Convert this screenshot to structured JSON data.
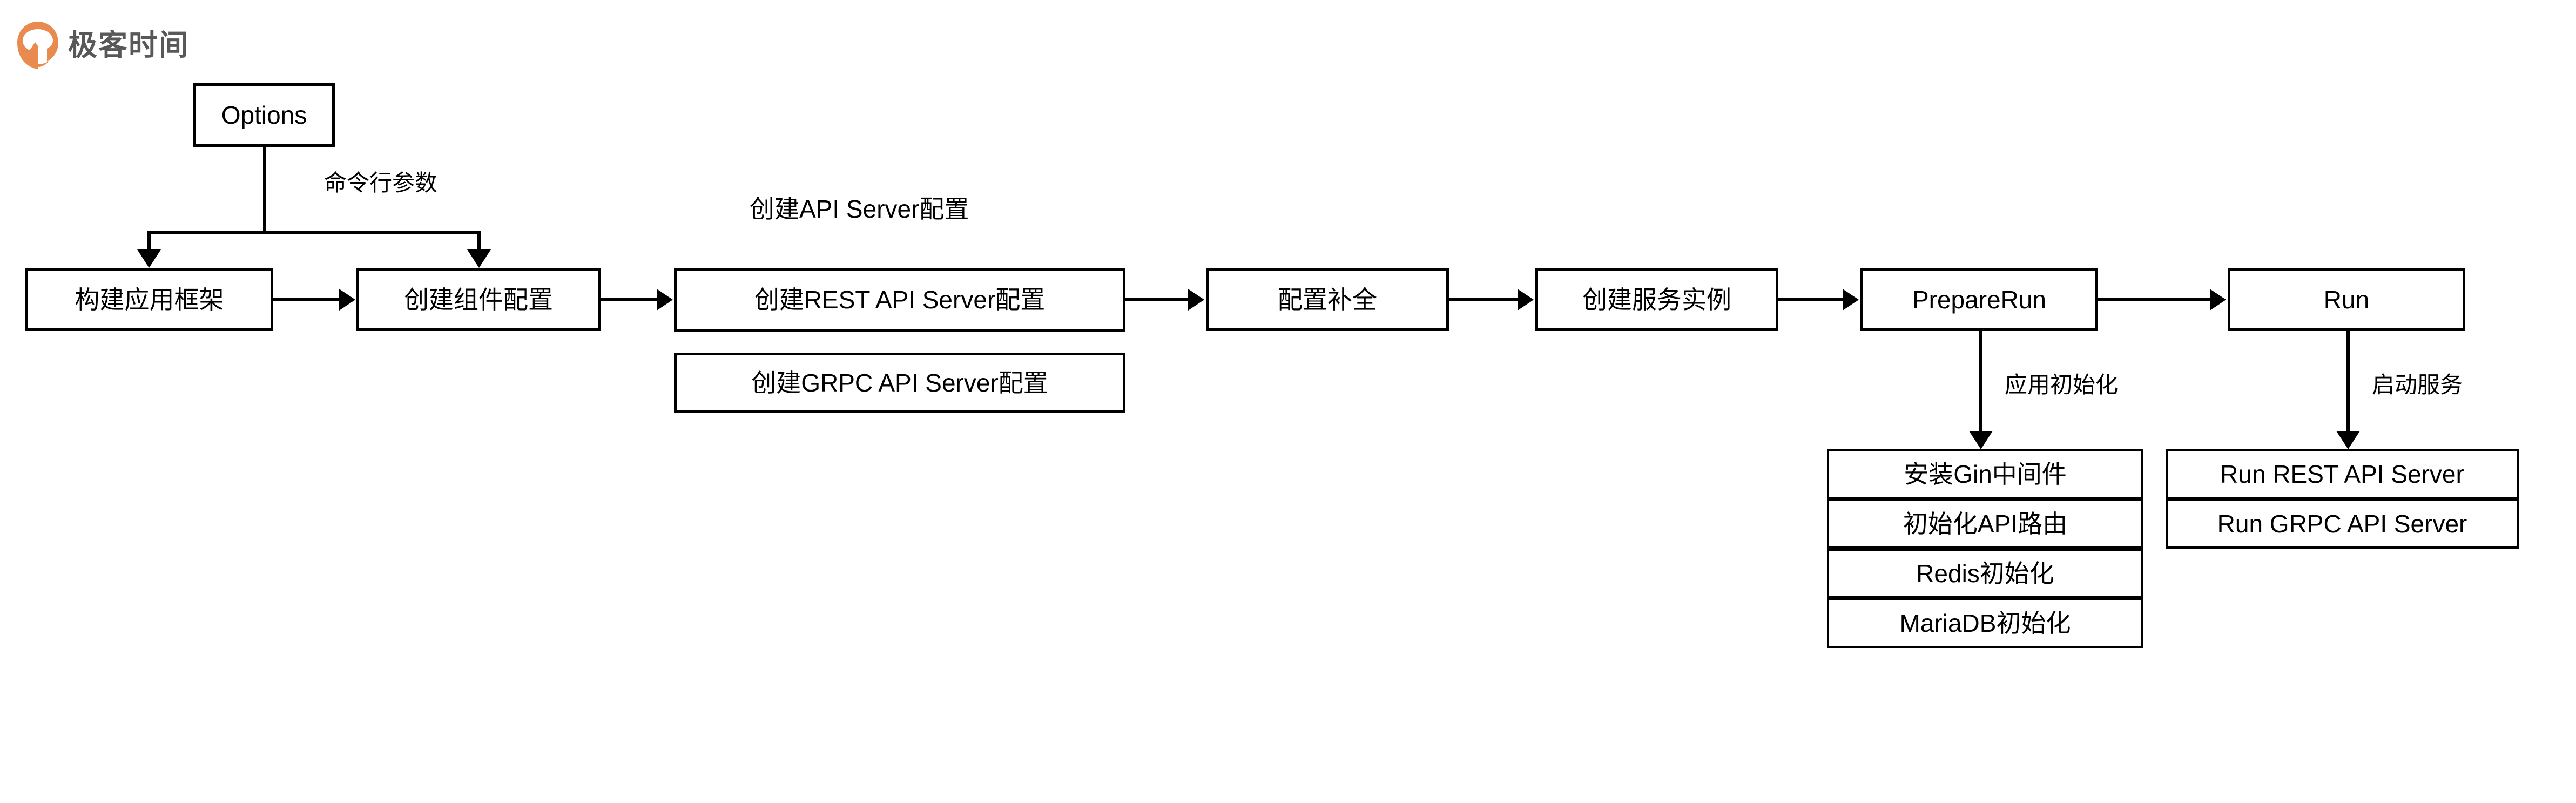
{
  "brand": {
    "name": "极客时间",
    "logo_icon": "geekbang-logo-icon",
    "logo_color": "#E98A4E",
    "text_color": "#585858"
  },
  "diagram": {
    "title": "",
    "background_color": "#FFFFFF",
    "line_color": "#000000",
    "box_fill": "#FFFFFF",
    "nodes": {
      "options": "Options",
      "build_app_framework": "构建应用框架",
      "create_component_config": "创建组件配置",
      "create_rest_api_server_config": "创建REST API Server配置",
      "create_grpc_api_server_config": "创建GRPC API Server配置",
      "config_completion": "配置补全",
      "create_service_instance": "创建服务实例",
      "prepare_run": "PrepareRun",
      "run": "Run",
      "install_gin_middleware": "安装Gin中间件",
      "init_api_route": "初始化API路由",
      "redis_init": "Redis初始化",
      "mariadb_init": "MariaDB初始化",
      "run_rest_api_server": "Run REST API Server",
      "run_grpc_api_server": "Run GRPC API Server"
    },
    "labels": {
      "command_line_args": "命令行参数",
      "create_api_server_config": "创建API Server配置",
      "app_initialization": "应用初始化",
      "start_service": "启动服务"
    }
  }
}
